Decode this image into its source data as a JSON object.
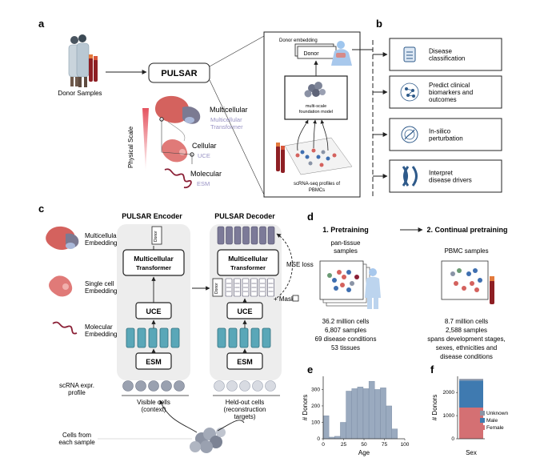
{
  "panels": {
    "a": "a",
    "b": "b",
    "c": "c",
    "d": "d",
    "e": "e",
    "f": "f"
  },
  "panel_a": {
    "donor_samples": "Donor Samples",
    "pulsar": "PULSAR",
    "physical_scale": "Physical Scale",
    "multicellular": "Multicellular",
    "multicellular_model_1": "Multicellular",
    "multicellular_model_2": "Transformer",
    "cellular": "Cellular",
    "cellular_model": "UCE",
    "molecular": "Molecular",
    "molecular_model": "ESM",
    "donor_embedding": "Donor embedding",
    "donor": "Donor",
    "foundation_1": "multi-scale",
    "foundation_2": "foundation model",
    "scrna_1": "scRNA-seq profiles of",
    "scrna_2": "PBMCs"
  },
  "panel_b": {
    "tasks": [
      {
        "icon": "document-icon",
        "lines": [
          "Disease",
          "classification"
        ]
      },
      {
        "icon": "biomarker-network-icon",
        "lines": [
          "Predict clinical",
          "biomarkers and",
          "outcomes"
        ]
      },
      {
        "icon": "dna-target-icon",
        "lines": [
          "In-silico",
          "perturbation"
        ]
      },
      {
        "icon": "chromosome-icon",
        "lines": [
          "Interpret",
          "disease drivers"
        ]
      }
    ]
  },
  "panel_c": {
    "multicellular_embedding": [
      "Multicellular",
      "Embedding"
    ],
    "single_cell_embedding": [
      "Single cell",
      "Embedding"
    ],
    "molecular_embedding": [
      "Molecular",
      "Embedding"
    ],
    "scrna_expr": [
      "scRNA expr.",
      "profile"
    ],
    "cells_from": [
      "Cells from",
      "each sample"
    ],
    "encoder_title": "PULSAR Encoder",
    "decoder_title": "PULSAR Decoder",
    "donor_tag": "Donor",
    "transformer_1": "Multicellular",
    "transformer_2": "Transformer",
    "uce": "UCE",
    "esm": "ESM",
    "mse_loss": "MSE loss",
    "mask": "+ Mask",
    "visible_cells": [
      "Visible cells",
      "(context)"
    ],
    "heldout_cells": [
      "Held-out cells",
      "(reconstruction",
      "targets)"
    ]
  },
  "panel_d": {
    "step1": "1. Pretraining",
    "step2": "2. Continual pretraining",
    "pan_tissue": [
      "pan-tissue",
      "samples"
    ],
    "pbmc": "PBMC samples",
    "stats1": [
      "36.2 million cells",
      "6,807 samples",
      "69 disease conditions",
      "53 tissues"
    ],
    "stats2": [
      "8.7 million cells",
      "2,588 samples",
      "spans development stages,",
      "sexes, ethnicities and",
      "disease conditions"
    ]
  },
  "chart_data": [
    {
      "type": "bar",
      "subtype": "histogram",
      "xlabel": "Age",
      "ylabel": "# Donors",
      "xlim": [
        0,
        100
      ],
      "ylim": [
        0,
        380
      ],
      "xticks": [
        "0",
        "25",
        "50",
        "75",
        "100"
      ],
      "yticks": [
        "0",
        "100",
        "200",
        "300"
      ],
      "bin_edges": [
        0,
        7,
        14,
        21,
        28,
        35,
        42,
        49,
        56,
        63,
        70,
        77,
        84,
        91
      ],
      "values": [
        140,
        10,
        15,
        100,
        290,
        305,
        315,
        305,
        350,
        300,
        310,
        200,
        60
      ],
      "color": "#9aaabf"
    },
    {
      "type": "bar",
      "subtype": "stacked",
      "xlabel": "Sex",
      "ylabel": "# Donors",
      "ylim": [
        0,
        2700
      ],
      "yticks": [
        "0",
        "1000",
        "2000"
      ],
      "categories": [
        ""
      ],
      "series": [
        {
          "name": "Female",
          "values": [
            1350
          ],
          "color": "#d47073"
        },
        {
          "name": "Male",
          "values": [
            1170
          ],
          "color": "#3f7ab0"
        },
        {
          "name": "Unknown",
          "values": [
            68
          ],
          "color": "#8a94a6"
        }
      ],
      "legend": [
        "Unknown",
        "Male",
        "Female"
      ]
    }
  ]
}
